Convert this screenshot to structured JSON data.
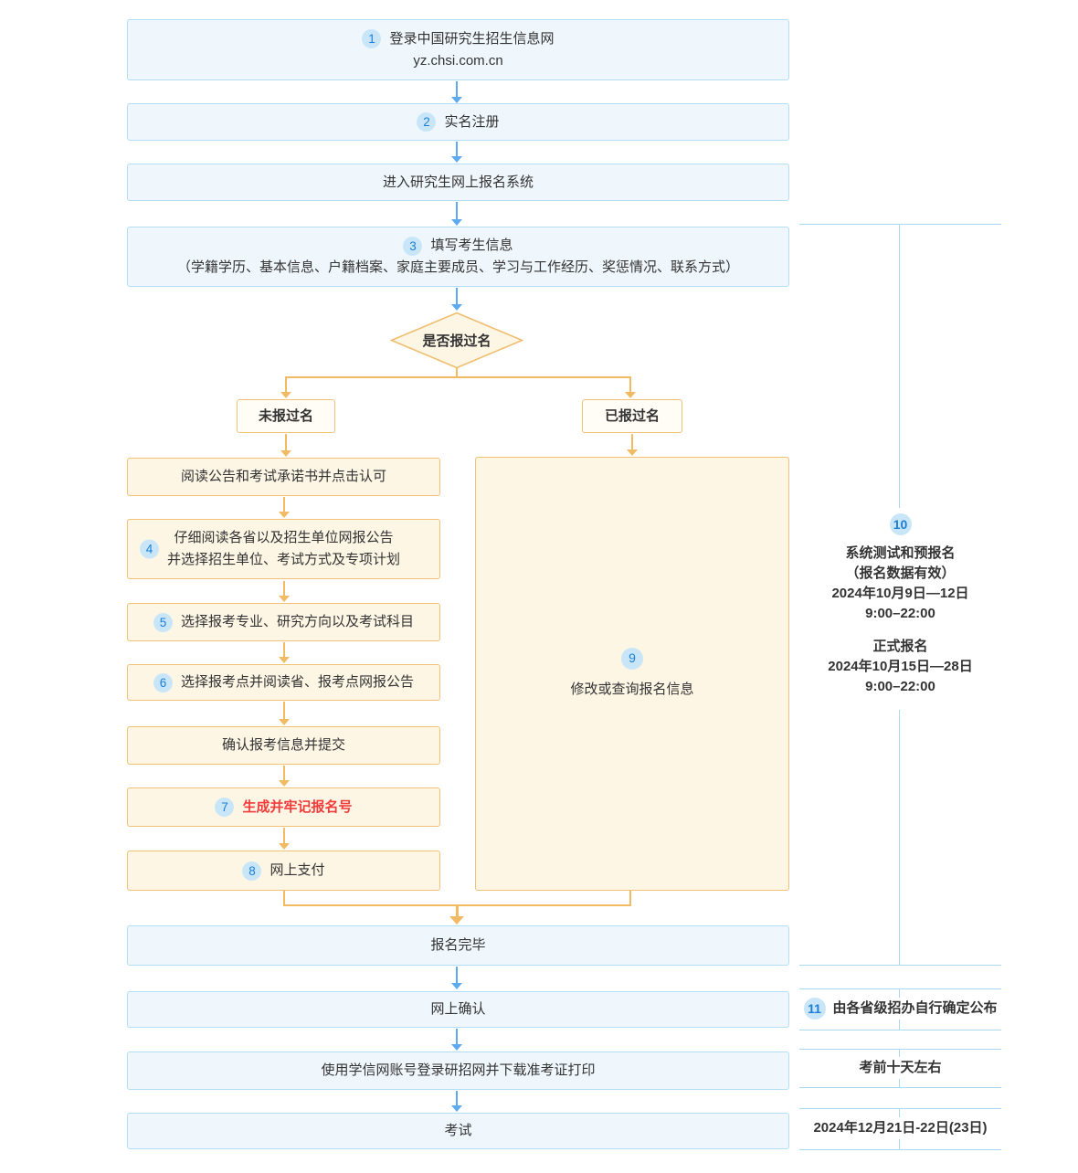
{
  "flow": {
    "step1": {
      "badge": "1",
      "title": "登录中国研究生招生信息网",
      "subtitle": "yz.chsi.com.cn"
    },
    "step2": {
      "badge": "2",
      "label": "实名注册"
    },
    "enter_system": {
      "label": "进入研究生网上报名系统"
    },
    "step3": {
      "badge": "3",
      "title": "填写考生信息",
      "detail": "（学籍学历、基本信息、户籍档案、家庭主要成员、学习与工作经历、奖惩情况、联系方式）"
    },
    "decision": {
      "label": "是否报过名"
    },
    "branch_no": {
      "label": "未报过名"
    },
    "branch_yes": {
      "label": "已报过名"
    },
    "left_steps": [
      {
        "label": "阅读公告和考试承诺书并点击认可"
      },
      {
        "badge": "4",
        "line1": "仔细阅读各省以及招生单位网报公告",
        "line2": "并选择招生单位、考试方式及专项计划"
      },
      {
        "badge": "5",
        "label": "选择报考专业、研究方向以及考试科目"
      },
      {
        "badge": "6",
        "label": "选择报考点并阅读省、报考点网报公告"
      },
      {
        "label": "确认报考信息并提交"
      },
      {
        "badge": "7",
        "label": "生成并牢记报名号"
      },
      {
        "badge": "8",
        "label": "网上支付"
      }
    ],
    "right_step": {
      "badge": "9",
      "label": "修改或查询报名信息"
    },
    "done": {
      "label": "报名完毕"
    },
    "confirm": {
      "label": "网上确认"
    },
    "ticket": {
      "label": "使用学信网账号登录研招网并下载准考证打印"
    },
    "exam": {
      "label": "考试"
    }
  },
  "timeline": {
    "band": {
      "badge": "10",
      "title": "系统测试和预报名",
      "note": "（报名数据有效）",
      "date1": "2024年10月9日—12日",
      "time1": "9:00–22:00",
      "title2": "正式报名",
      "date2": "2024年10月15日—28日",
      "time2": "9:00–22:00"
    },
    "row_confirm": {
      "badge": "11",
      "label": "由各省级招办自行确定公布"
    },
    "row_ticket": {
      "label": "考前十天左右"
    },
    "row_exam": {
      "label": "2024年12月21日-22日(23日)"
    }
  },
  "colors": {
    "blue_fill": "#EFF7FD",
    "blue_border": "#B3DEF5",
    "blue_arrow": "#5EAAEE",
    "orange_fill": "#FDF6E5",
    "orange_border": "#F2C178",
    "orange_arrow": "#F2BA62",
    "badge_bg": "#C9E6F8",
    "badge_text": "#1C7ED6",
    "text": "#333333",
    "red_text": "#F23C3C",
    "bracket_line": "#A9D9F1"
  }
}
